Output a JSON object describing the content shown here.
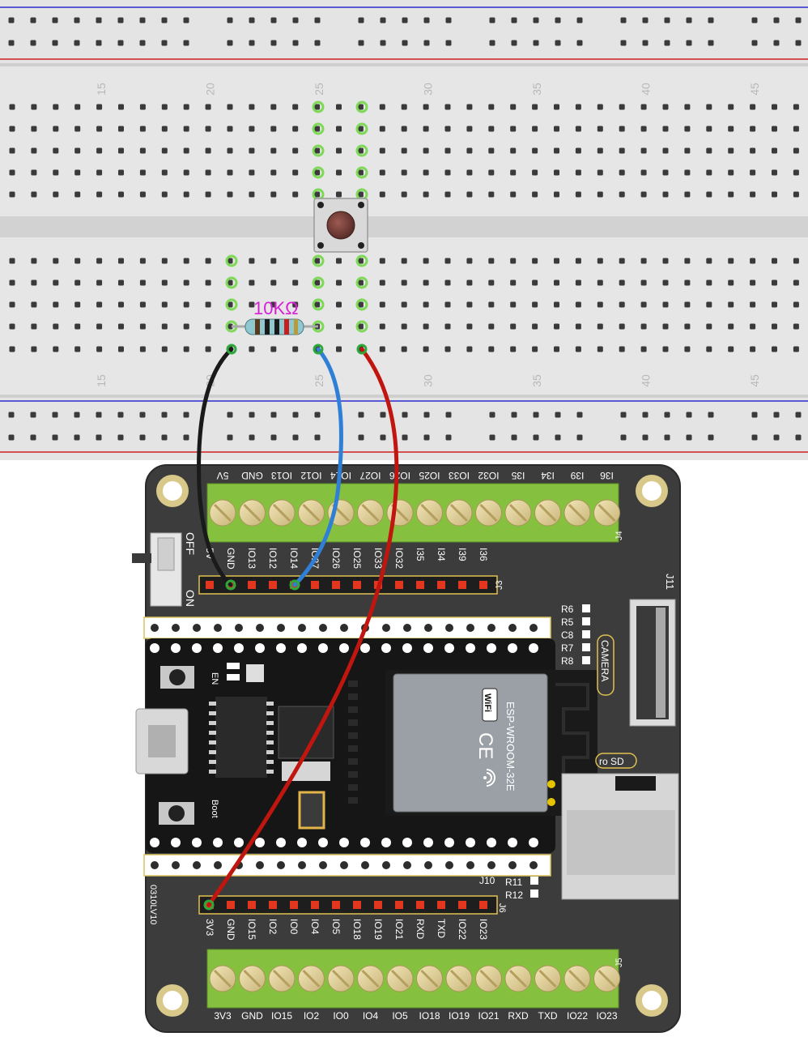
{
  "breadboard": {
    "column_numbers": [
      "15",
      "20",
      "25",
      "30",
      "35",
      "40",
      "45"
    ]
  },
  "resistor": {
    "label": "10KΩ"
  },
  "board": {
    "j4_label": "J4",
    "j4_pins": [
      "5V",
      "GND",
      "IO13",
      "IO12",
      "IO14",
      "IO27",
      "IO26",
      "IO25",
      "IO33",
      "IO32",
      "I35",
      "I34",
      "I39",
      "I36"
    ],
    "j3_label": "J3",
    "j3_pins": [
      "5V",
      "GND",
      "IO13",
      "IO12",
      "IO14",
      "IO27",
      "IO26",
      "IO25",
      "IO33",
      "IO32",
      "I35",
      "I34",
      "I39",
      "I36"
    ],
    "j6_label": "J6",
    "j6_pins": [
      "3V3",
      "GND",
      "IO15",
      "IO2",
      "IO0",
      "IO4",
      "IO5",
      "IO18",
      "IO19",
      "IO21",
      "RXD",
      "TXD",
      "IO22",
      "IO23"
    ],
    "j5_label": "J5",
    "j5_pins": [
      "3V3",
      "GND",
      "IO15",
      "IO2",
      "IO0",
      "IO4",
      "IO5",
      "IO18",
      "IO19",
      "IO21",
      "RXD",
      "TXD",
      "IO22",
      "IO23"
    ],
    "switch_off": "OFF",
    "switch_on": "ON",
    "j11_label": "J11",
    "camera_label": "CAMERA",
    "microsd_label": "ro SD",
    "j10_label": "J10",
    "r_labels_top": [
      "R6",
      "R5",
      "C8",
      "R7",
      "R8"
    ],
    "r_labels_bottom": [
      "R11",
      "R12"
    ],
    "en_label": "EN",
    "boot_label": "Boot",
    "version": "0310LV10",
    "module_name": "ESP-WROOM-32E",
    "wifi_label": "WiFi",
    "ce_label": "CE"
  },
  "wires": [
    {
      "name": "black-wire",
      "color": "#1a1a1a"
    },
    {
      "name": "blue-wire",
      "color": "#2f7fd6"
    },
    {
      "name": "red-wire",
      "color": "#c0160f"
    }
  ]
}
